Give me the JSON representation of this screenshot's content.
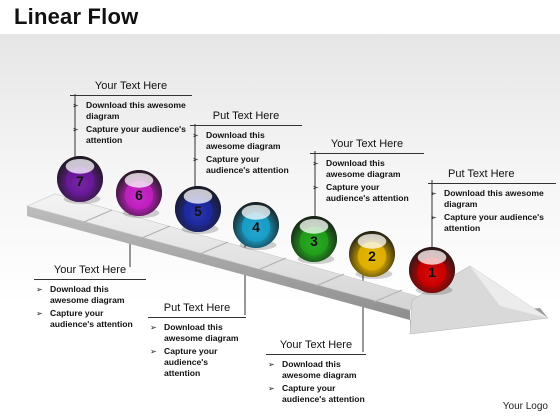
{
  "title": "Linear Flow",
  "logo": "Your Logo",
  "steps": [
    {
      "number": "1",
      "color": "#cc0000"
    },
    {
      "number": "2",
      "color": "#e0b000"
    },
    {
      "number": "3",
      "color": "#22a01c"
    },
    {
      "number": "4",
      "color": "#1a9ec8"
    },
    {
      "number": "5",
      "color": "#1e2aa0"
    },
    {
      "number": "6",
      "color": "#c020c0"
    },
    {
      "number": "7",
      "color": "#6a1a9a"
    }
  ],
  "callouts": [
    {
      "heading": "Your Text Here",
      "bullets": [
        "Download this awesome diagram",
        "Capture your audience's attention"
      ]
    },
    {
      "heading": "Put Text Here",
      "bullets": [
        "Download this awesome diagram",
        "Capture your audience's attention"
      ]
    },
    {
      "heading": "Your Text Here",
      "bullets": [
        "Download this awesome diagram",
        "Capture your audience's attention"
      ]
    },
    {
      "heading": "Put Text Here",
      "bullets": [
        "Download this awesome diagram",
        "Capture your audience's attention"
      ]
    },
    {
      "heading": "Your Text Here",
      "bullets": [
        "Download this awesome diagram",
        "Capture your audience's attention"
      ]
    },
    {
      "heading": "Put Text Here",
      "bullets": [
        "Download this awesome diagram",
        "Capture your audience's attention"
      ]
    },
    {
      "heading": "Your Text Here",
      "bullets": [
        "Download this awesome diagram",
        "Capture your audience's attention"
      ]
    }
  ]
}
